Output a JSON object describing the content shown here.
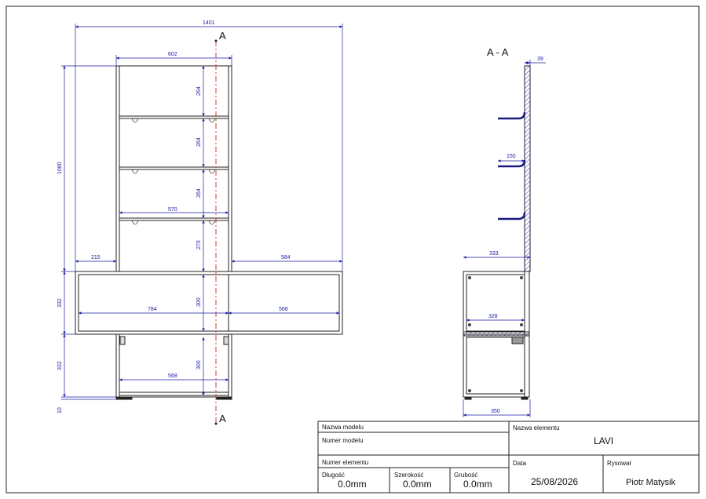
{
  "section": {
    "marker_top": "A",
    "marker_bottom": "A",
    "view_title": "A - A"
  },
  "front_dims": {
    "overall_width": "1401",
    "top_width": "602",
    "height_upper": "1080",
    "shelf_1": "264",
    "shelf_2": "264",
    "shelf_3": "264",
    "shelf_4": "270",
    "inner_width": "570",
    "left_offset": "215",
    "right_offset": "584",
    "mid_height": "332",
    "mid_inner": "300",
    "mid_left_width": "784",
    "mid_right_width": "568",
    "low_height": "332",
    "low_inner": "300",
    "low_width": "568",
    "foot": "10"
  },
  "side_dims": {
    "back_thickness": "39",
    "shelf_depth": "150",
    "upper_depth": "333",
    "inner_depth": "328",
    "lower_depth": "350"
  },
  "title_block": {
    "model_name_label": "Nazwa modelu",
    "model_number_label": "Numer modelu",
    "element_number_label": "Numer elementu",
    "length_label": "Długość",
    "length_value": "0.0mm",
    "width_label": "Szerokość",
    "width_value": "0.0mm",
    "thickness_label": "Grubość",
    "thickness_value": "0.0mm",
    "element_name_label": "Nazwa elementu",
    "element_name_value": "LAVI",
    "date_label": "Data",
    "date_value": "25/08/2026",
    "drawn_by_label": "Rysował",
    "drawn_by_value": "Piotr Matysik"
  },
  "colors": {
    "dimension": "#1a1aa8",
    "section_line": "#e03030",
    "outline": "#222222",
    "hatch": "#3a3acc"
  }
}
